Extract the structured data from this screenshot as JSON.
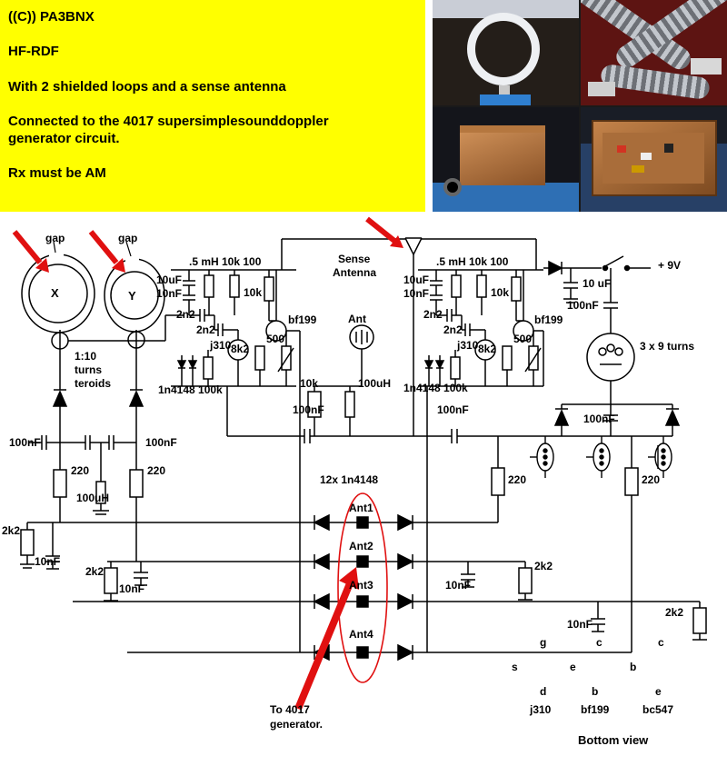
{
  "colors": {
    "banner_background": "#ffff00",
    "annotation_red": "#e01010",
    "schematic_ink": "#000000"
  },
  "banner": {
    "line1": "((C)) PA3BNX",
    "line2": "HF-RDF",
    "line3": "With 2 shielded loops and a sense antenna",
    "line4a": "Connected to the 4017 supersimplesounddoppler",
    "line4b": "generator circuit.",
    "line5": "Rx must be AM"
  },
  "schematic": {
    "labels": {
      "gap_x": "gap",
      "gap_y": "gap",
      "loop_x": "X",
      "loop_y": "Y",
      "sense_line1": "Sense",
      "sense_line2": "Antenna",
      "supply": "+ 9V",
      "amp_left_header": ".5 mH 10k 100",
      "amp_right_header": ".5 mH 10k 100",
      "amp_left_c10uf": "10uF",
      "amp_left_c10nf": "10nF",
      "amp_right_c10uf": "10uF",
      "amp_right_c10nf": "10nF",
      "supply_c10uf": "10 uF",
      "amp_left_r10k": "10k",
      "amp_right_r10k": "10k",
      "supply_c100nf": "100nF",
      "amp_left_c2n2_a": "2n2",
      "amp_left_c2n2_b": "2n2",
      "amp_right_c2n2_a": "2n2",
      "amp_right_c2n2_b": "2n2",
      "ant_connector": "Ant",
      "amp_left_bf199": "bf199",
      "amp_right_bf199": "bf199",
      "amp_left_pot500": "500",
      "amp_right_pot500": "500",
      "amp_left_j310": "j310",
      "amp_right_j310": "j310",
      "transformer_3x9": "3 x 9 turns",
      "amp_left_r8k2": "8k2",
      "amp_right_r8k2": "8k2",
      "toroid_line1": "1:10",
      "toroid_line2": "turns",
      "toroid_line3": "teroids",
      "amp_left_diodes": "1n4148 100k",
      "amp_right_diodes": "1n4148 100k",
      "center_r10k": "10k",
      "center_l100uh": "100uH",
      "center_c100nf_left": "100nF",
      "center_c100nf_right": "100nF",
      "rect_c100nf": "100nF",
      "loopx_c100nf": "100nF",
      "loopy_c100nf": "100nF",
      "loopx_r220": "220",
      "loopy_r220": "220",
      "right_r220_a": "220",
      "right_r220_b": "220",
      "matrix_label": "12x 1n4148",
      "left_l100uh": "100uH",
      "ant1": "Ant1",
      "ant2": "Ant2",
      "ant3": "Ant3",
      "ant4": "Ant4",
      "out1_r2k2": "2k2",
      "out1_c10nf": "10nF",
      "out2_r2k2": "2k2",
      "out2_c10nf": "10nF",
      "out3_r2k2": "2k2",
      "out3_c10nf": "10nF",
      "out4_r2k2": "2k2",
      "out4_c10nf": "10nF",
      "pin_j310_g": "g",
      "pin_j310_s": "s",
      "pin_j310_d": "d",
      "pin_j310_label": "j310",
      "pin_bf199_c": "c",
      "pin_bf199_e": "e",
      "pin_bf199_b": "b",
      "pin_bf199_label": "bf199",
      "pin_bc547_c": "c",
      "pin_bc547_b": "b",
      "pin_bc547_e": "e",
      "pin_bc547_label": "bc547",
      "note_4017_line1": "To 4017",
      "note_4017_line2": "generator.",
      "bottom_view": "Bottom view"
    }
  }
}
